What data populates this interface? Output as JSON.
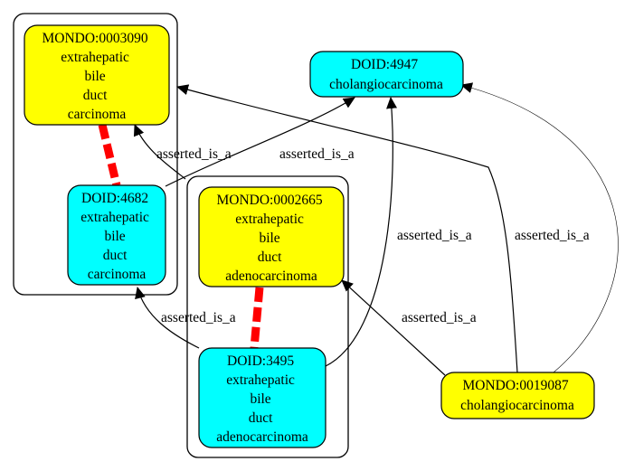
{
  "colors": {
    "mondo": "#ffff00",
    "doid": "#00ffff",
    "equivalence": "#ff0000",
    "stroke": "#000000"
  },
  "nodes": {
    "mondo_0003090": {
      "lines": [
        "MONDO:0003090",
        "extrahepatic",
        "bile",
        "duct",
        "carcinoma"
      ]
    },
    "doid_4682": {
      "lines": [
        "DOID:4682",
        "extrahepatic",
        "bile",
        "duct",
        "carcinoma"
      ]
    },
    "doid_4947": {
      "lines": [
        "DOID:4947",
        "cholangiocarcinoma"
      ]
    },
    "mondo_0002665": {
      "lines": [
        "MONDO:0002665",
        "extrahepatic",
        "bile",
        "duct",
        "adenocarcinoma"
      ]
    },
    "doid_3495": {
      "lines": [
        "DOID:3495",
        "extrahepatic",
        "bile",
        "duct",
        "adenocarcinoma"
      ]
    },
    "mondo_0019087": {
      "lines": [
        "MONDO:0019087",
        "cholangiocarcinoma"
      ]
    }
  },
  "edge_labels": {
    "doid4682_to_mondo0003090": "asserted_is_a",
    "doid4682_to_doid4947": "asserted_is_a",
    "doid3495_to_doid4947": "asserted_is_a",
    "mondo0019087_to_mondo0003090": "asserted_is_a",
    "doid3495_to_doid4682": "asserted_is_a",
    "mondo0019087_to_mondo0002665": "asserted_is_a"
  }
}
